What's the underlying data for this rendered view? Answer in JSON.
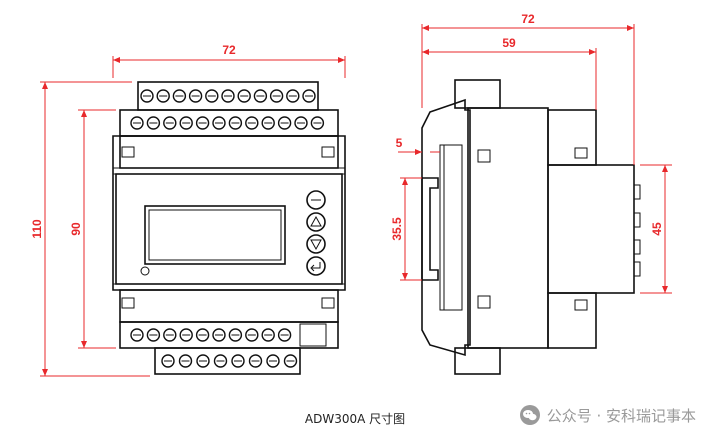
{
  "dimensions": {
    "front_width": "72",
    "front_height": "110",
    "front_rail_height": "90",
    "side_total_depth": "72",
    "side_body_depth": "59",
    "side_rail_offset": "5",
    "side_rail_height": "35.5",
    "side_front_height": "45"
  },
  "caption": "ADW300A 尺寸图",
  "watermark": {
    "text": "公众号 · 安科瑞记事本",
    "icon": "wechat-icon"
  },
  "colors": {
    "dimension": "#e8282b",
    "outline": "#111111"
  }
}
